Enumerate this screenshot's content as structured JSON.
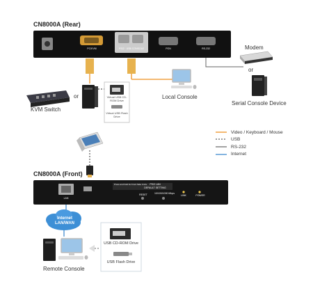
{
  "rear": {
    "title": "CN8000A (Rear)",
    "ports": [
      "PC/KVM",
      "PS/2 · USB CONSOLE",
      "PON",
      "RS-232"
    ]
  },
  "front": {
    "title": "CN8000A (Front)",
    "port_lan": "LAN",
    "panel_label_1": "Press and hold for Front Side Cntrs.",
    "panel_label_2": "PS/2 LAN",
    "panel_label_3": "DEFAULT SETTING",
    "buttons": [
      "RESET",
      "10/100/1000 Mbps",
      "LINK",
      "POWER"
    ]
  },
  "devices": {
    "modem": "Modem",
    "serial_console": "Serial Console Device",
    "local_console": "Local Console",
    "kvm_switch": "KVM Switch",
    "or_1": "or",
    "or_2": "or",
    "virtual_cd": "Virtual USB CD-ROM Drive",
    "virtual_flash": "Virtual USB Flash Drive",
    "internet": "Internet LAN/WAN",
    "remote_console": "Remote Console",
    "usb_cd": "USB CD-ROM Drive",
    "usb_flash": "USB Flash Drive"
  },
  "legend": [
    {
      "label": "Video / Keyboard / Mouse",
      "color": "#f0a040",
      "style": "solid"
    },
    {
      "label": "USB",
      "color": "#333333",
      "style": "dashed"
    },
    {
      "label": "RS-232",
      "color": "#666666",
      "style": "solid"
    },
    {
      "label": "Internet",
      "color": "#5b9bd5",
      "style": "solid"
    }
  ]
}
